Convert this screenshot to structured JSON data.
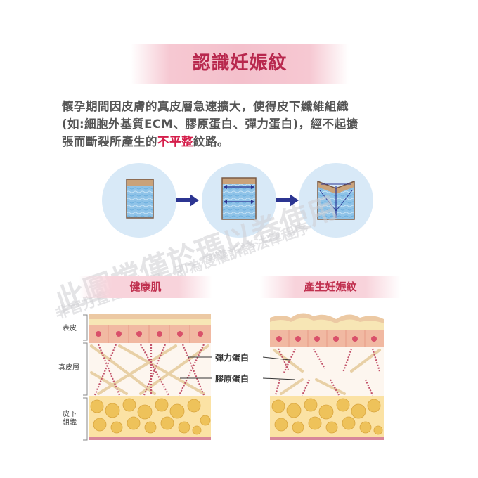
{
  "title": "認識妊娠紋",
  "description": {
    "line1": "懷孕期間因皮膚的真皮層急速擴大，使得皮下纖維組織",
    "line2": "(如:細胞外基質ECM、膠原蛋白、彈力蛋白)，經不起擴",
    "line3_prefix": "張而斷裂所產生的",
    "line3_highlight": "不平整",
    "line3_suffix": "紋路。"
  },
  "panels": {
    "healthy_label": "健康肌",
    "stretch_label": "產生妊娠紋"
  },
  "layer_labels": {
    "epidermis": "表皮",
    "dermis": "真皮層",
    "subcutaneous_1": "皮下",
    "subcutaneous_2": "組織"
  },
  "callouts": {
    "elastin": "彈力蛋白",
    "collagen": "膠原蛋白"
  },
  "watermark": {
    "line1": "此圖檔僅於瑪以卷使用",
    "line2": "非官方直營店使用，即為侵權訴諸法律程序"
  },
  "colors": {
    "title": "#b8284e",
    "highlight": "#d51e4b",
    "banner": "#f4c0cc",
    "arrow": "#2c3592",
    "circle": "#d6e8f6"
  }
}
